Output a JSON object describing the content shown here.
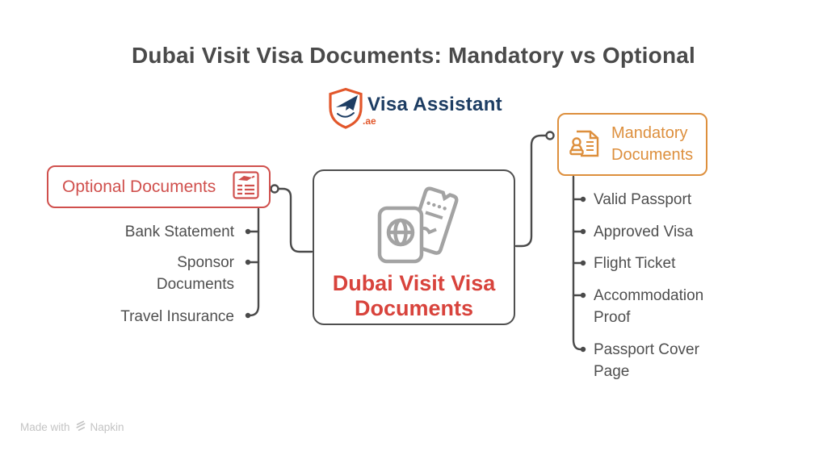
{
  "title": "Dubai Visit Visa Documents: Mandatory vs Optional",
  "logo": {
    "name": "Visa Assistant",
    "domain": ".ae"
  },
  "center": {
    "label": "Dubai Visit Visa Documents"
  },
  "optional": {
    "label": "Optional Documents",
    "items": [
      "Bank Statement",
      "Sponsor Documents",
      "Travel Insurance"
    ]
  },
  "mandatory": {
    "label": "Mandatory Documents",
    "items": [
      "Valid Passport",
      "Approved Visa",
      "Flight Ticket",
      "Accommodation Proof",
      "Passport Cover Page"
    ]
  },
  "footer": {
    "made_with": "Made with",
    "brand": "Napkin"
  },
  "colors": {
    "title_gray": "#4a4a4a",
    "item_text_gray": "#4f4f4f",
    "optional_red": "#d0504d",
    "center_red": "#d8433c",
    "mandatory_orange": "#dd8f3d",
    "connector_gray": "#4a4a4a",
    "icon_gray": "#a3a3a3",
    "logo_navy": "#1d3d63",
    "logo_orange": "#e2572b",
    "watermark_gray": "#c4c4c4",
    "background": "#ffffff"
  }
}
